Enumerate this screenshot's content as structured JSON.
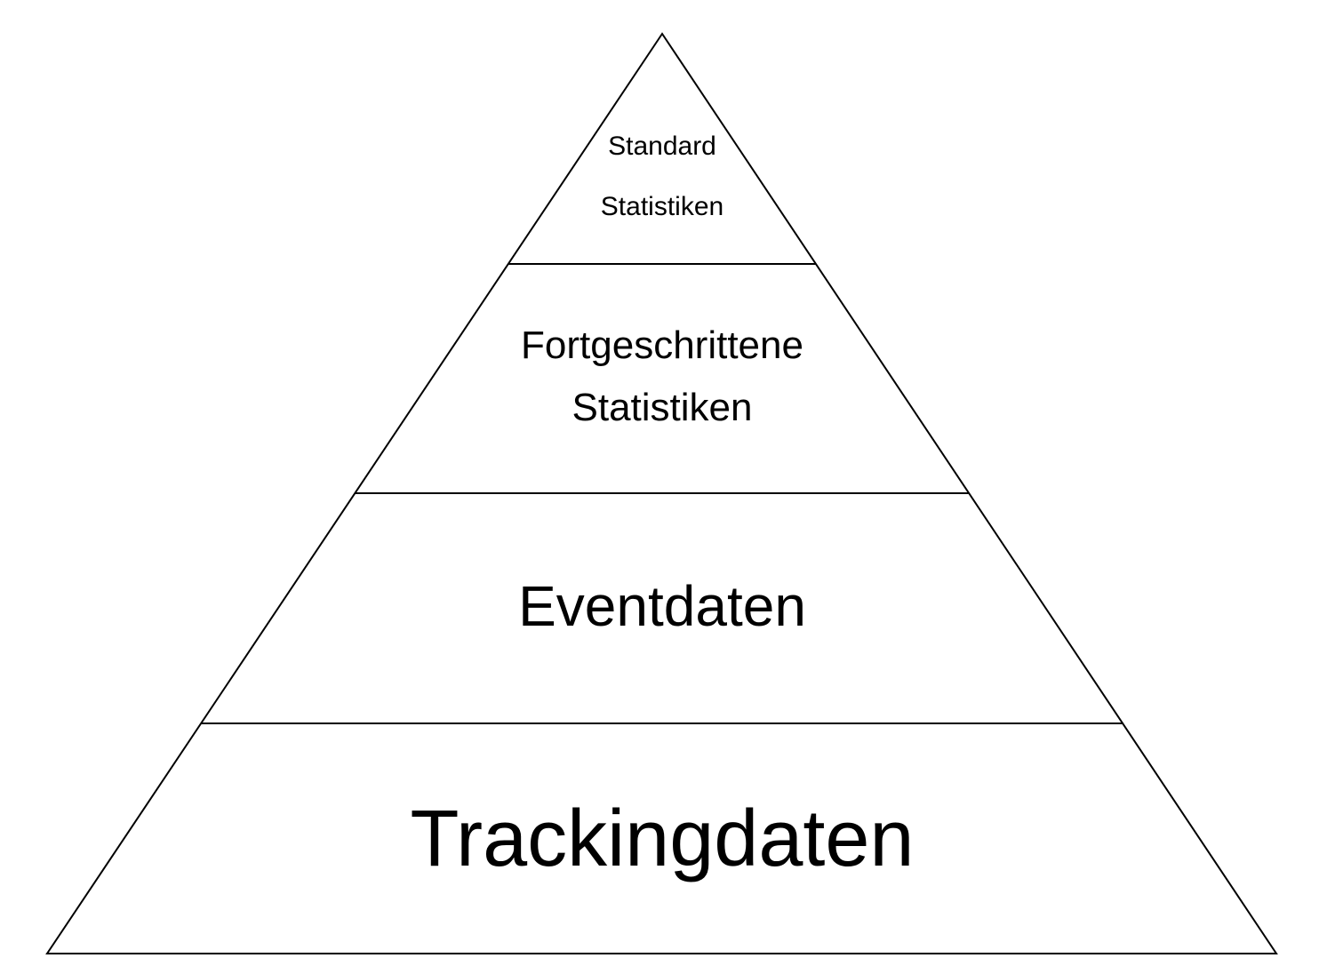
{
  "diagram": {
    "type": "pyramid",
    "levels": [
      {
        "position": "top",
        "lines": [
          "Standard",
          "Statistiken"
        ]
      },
      {
        "position": "upper-middle",
        "lines": [
          "Fortgeschrittene",
          "Statistiken"
        ]
      },
      {
        "position": "lower-middle",
        "lines": [
          "Eventdaten"
        ]
      },
      {
        "position": "bottom",
        "lines": [
          "Trackingdaten"
        ]
      }
    ],
    "colors": {
      "stroke": "#000000",
      "fill": "#ffffff",
      "text": "#000000"
    }
  }
}
